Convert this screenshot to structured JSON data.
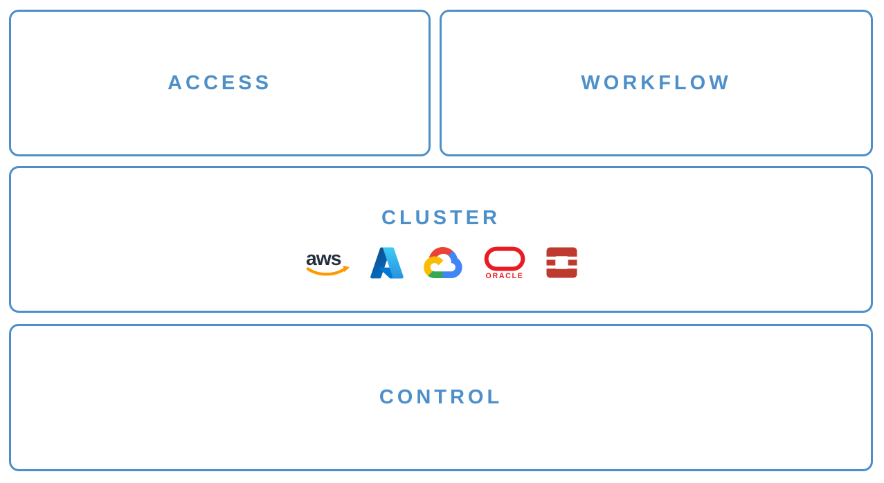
{
  "diagram": {
    "title": "architecture-layers-diagram",
    "accent_color": "#4E8FC7",
    "background_color": "#FFFFFF"
  },
  "boxes": {
    "access": {
      "label": "ACCESS"
    },
    "workflow": {
      "label": "WORKFLOW"
    },
    "cluster": {
      "label": "CLUSTER"
    },
    "control": {
      "label": "CONTROL"
    }
  },
  "cluster": {
    "logos": [
      {
        "name": "aws-icon",
        "label": "aws",
        "colors": {
          "text": "#252F3E",
          "swoosh": "#FF9900"
        }
      },
      {
        "name": "azure-icon",
        "label": "",
        "colors": {
          "left": "#114A8B",
          "left2": "#0669BC",
          "middle": "#0078D4",
          "right": "#3CCBF4",
          "right2": "#2892DF"
        }
      },
      {
        "name": "google-cloud-icon",
        "label": "",
        "colors": {
          "red": "#EA4335",
          "blue": "#4285F4",
          "green": "#34A853",
          "yellow": "#FBBC05"
        }
      },
      {
        "name": "oracle-icon",
        "label": "ORACLE",
        "colors": {
          "red": "#EA1B22"
        }
      },
      {
        "name": "openstack-icon",
        "label": "",
        "colors": {
          "red": "#BE3A2E"
        }
      }
    ]
  }
}
